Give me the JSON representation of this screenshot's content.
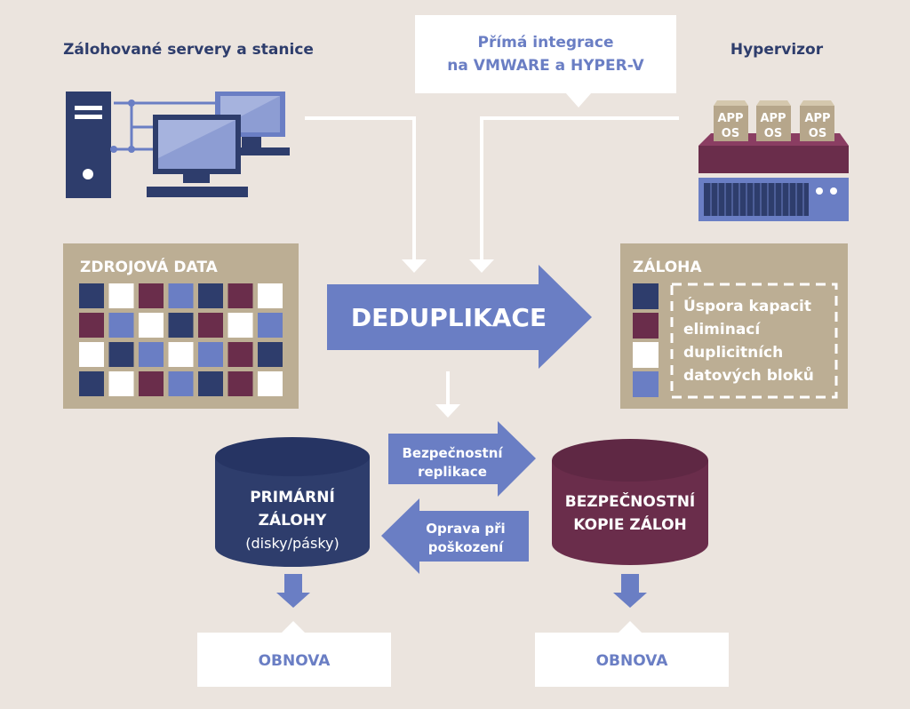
{
  "labels": {
    "servers": "Zálohované servery a stanice",
    "integration_line1": "Přímá integrace",
    "integration_line2": "na VMWARE a HYPER-V",
    "hypervisor": "Hypervizor",
    "vm_app": "APP",
    "vm_os": "OS",
    "source_data": "ZDROJOVÁ DATA",
    "dedup": "DEDUPLIKACE",
    "backup": "ZÁLOHA",
    "saving_line1": "Úspora kapacit",
    "saving_line2": "eliminací",
    "saving_line3": "duplicitních",
    "saving_line4": "datových bloků",
    "primary_line1": "PRIMÁRNÍ",
    "primary_line2": "ZÁLOHY",
    "primary_line3": "(disky/pásky)",
    "replication_line1": "Bezpečnostní",
    "replication_line2": "replikace",
    "repair_line1": "Oprava při",
    "repair_line2": "poškození",
    "security_line1": "BEZPEČNOSTNÍ",
    "security_line2": "KOPIE ZÁLOH",
    "restore": "OBNOVA"
  },
  "colors": {
    "background": "#ebe4de",
    "navy": "#2e3d6c",
    "blue": "#6a7ec4",
    "light_blue": "#8d9dd3",
    "wine": "#6a2d4b",
    "tan": "#bcae94",
    "white": "#ffffff"
  },
  "source_grid": [
    [
      "navy",
      "white",
      "wine",
      "blue",
      "navy",
      "wine",
      "white"
    ],
    [
      "wine",
      "blue",
      "white",
      "navy",
      "wine",
      "white",
      "blue"
    ],
    [
      "white",
      "navy",
      "blue",
      "white",
      "blue",
      "wine",
      "navy"
    ],
    [
      "navy",
      "white",
      "wine",
      "blue",
      "navy",
      "wine",
      "white"
    ]
  ],
  "backup_blocks": [
    "navy",
    "wine",
    "white",
    "blue"
  ]
}
